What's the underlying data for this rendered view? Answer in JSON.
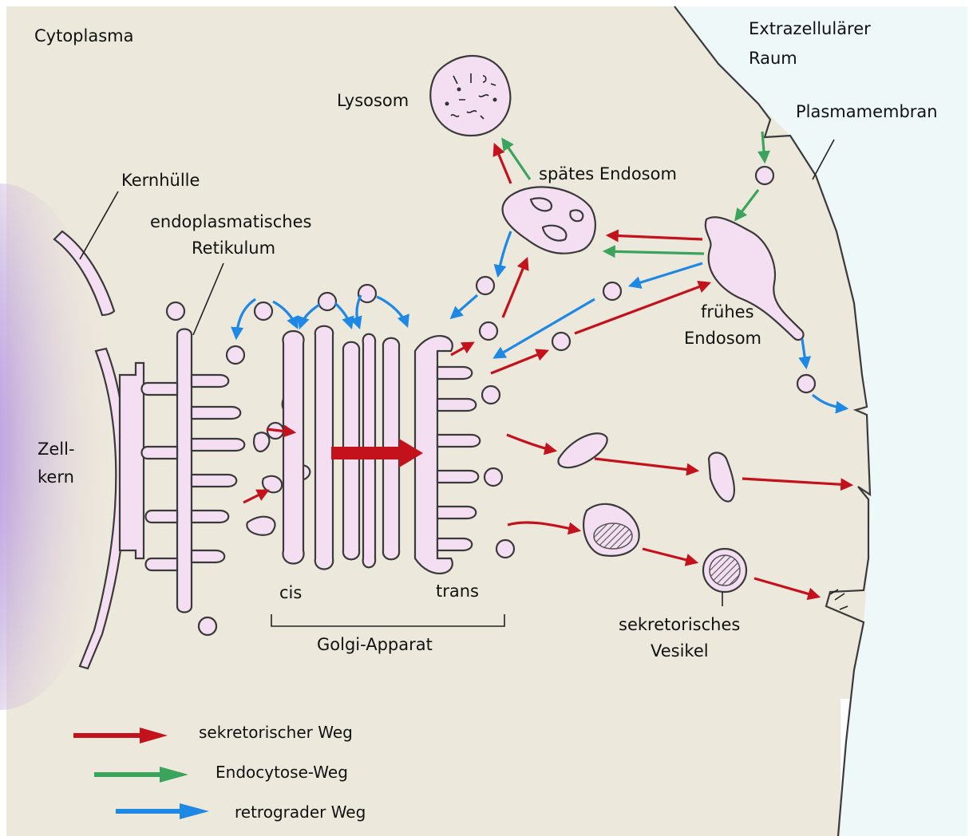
{
  "labels": {
    "cytoplasma": "Cytoplasma",
    "extrazellulaer_1": "Extrazellulärer",
    "extrazellulaer_2": "Raum",
    "plasmamembran": "Plasmamembran",
    "lysosom": "Lysosom",
    "spaetes_endosom": "spätes Endosom",
    "kernhuelle": "Kernhülle",
    "er_1": "endoplasmatisches",
    "er_2": "Retikulum",
    "fruehes_endosom_1": "frühes",
    "fruehes_endosom_2": "Endosom",
    "zellkern_1": "Zell-",
    "zellkern_2": "kern",
    "cis": "cis",
    "trans": "trans",
    "golgi": "Golgi-Apparat",
    "sekretorisches_vesikel_1": "sekretorisches",
    "sekretorisches_vesikel_2": "Vesikel"
  },
  "legend": {
    "secretory": "sekretorischer Weg",
    "endocytosis": "Endocytose-Weg",
    "retrograde": "retrograder Weg"
  },
  "colors": {
    "secretory": "#c4121d",
    "endocytosis": "#3aa45c",
    "retrograde": "#1e88e5",
    "cytoplasm": "#ede8dc",
    "extracellular": "#eef8f9",
    "membrane_fill": "#f4def2",
    "nucleus": "#a27fd6"
  }
}
